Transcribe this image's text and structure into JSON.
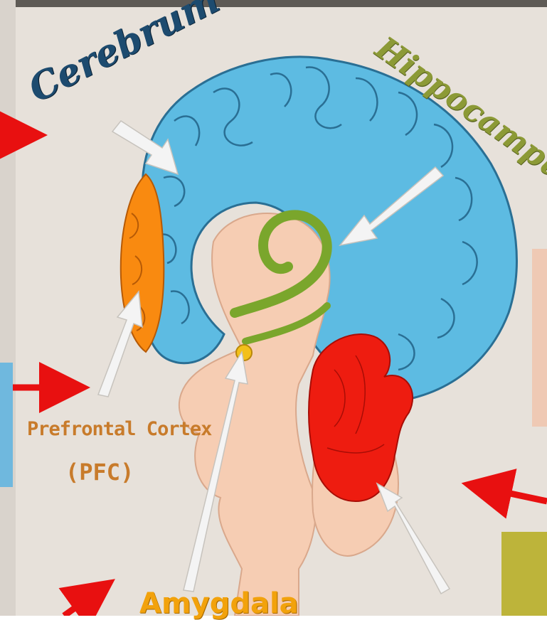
{
  "image": {
    "description_colors": {
      "background": "#e7e1da",
      "cerebrum": "#5dbbe2",
      "prefrontal_cortex": "#f98a10",
      "hippocampus": "#7aa62c",
      "amygdala": "#f3c01a",
      "cerebellum": "#ee1c10",
      "brainstem": "#f6cdb3",
      "annotation_arrows": "#e81010",
      "pointer_arrows": "#f4f4f4"
    }
  },
  "labels": {
    "cerebrum": "Cerebrum",
    "hippocampus": "Hippocampus",
    "pfc_line1": "Prefrontal Cortex",
    "pfc_line2": "(PFC)",
    "amygdala": "Amygdala"
  }
}
